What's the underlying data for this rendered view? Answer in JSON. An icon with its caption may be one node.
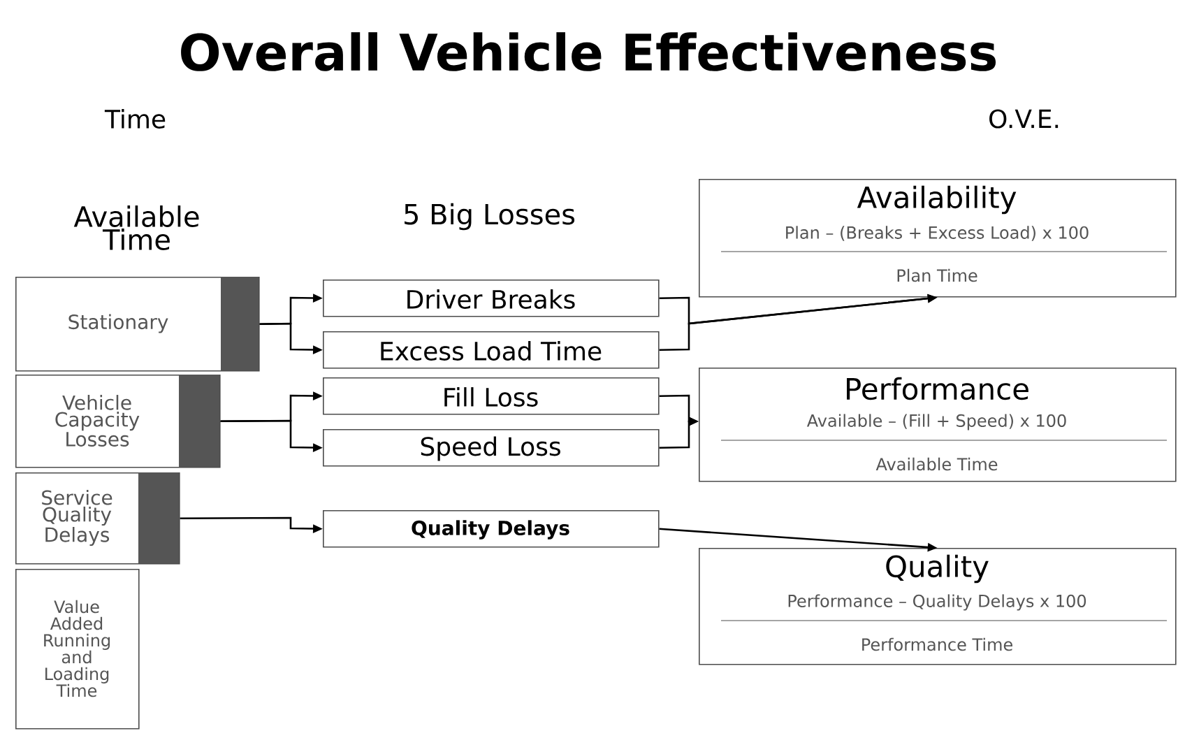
{
  "diagram": {
    "title": "Overall Vehicle Effectiveness",
    "nodes": [
      {
        "text": [
          "Stationary"
        ]
      },
      {
        "text": [
          "Vehicle Capacity Losses"
        ]
      },
      {
        "text": [
          "Service Quality Delays"
        ]
      },
      {
        "text": [
          "Value Added Running and Loading Time"
        ]
      },
      {
        "text": [
          "Driver Breaks"
        ]
      },
      {
        "text": [
          "Excess Load Time"
        ]
      },
      {
        "text": [
          "Fill Loss"
        ]
      },
      {
        "text": [
          "Speed Loss"
        ]
      },
      {
        "text": [
          "Quality Delays"
        ]
      },
      {
        "text": [
          "Availability",
          "Plan – (Breaks + Excess Load) x 100",
          "Plan Time"
        ]
      },
      {
        "text": [
          "Performance",
          "Available – (Fill + Speed) x 100",
          "Available Time"
        ]
      },
      {
        "text": [
          "Quality",
          "Performance – Quality Delays x 100",
          "Performance Time"
        ]
      }
    ],
    "edges": [
      {
        "from": 0,
        "to": 4,
        "arrow": "to"
      },
      {
        "from": 0,
        "to": 5,
        "arrow": "to"
      },
      {
        "from": 1,
        "to": 6,
        "arrow": "to"
      },
      {
        "from": 1,
        "to": 7,
        "arrow": "to"
      },
      {
        "from": 2,
        "to": 8,
        "arrow": "to"
      },
      {
        "from": 4,
        "to": 9,
        "arrow": "to"
      },
      {
        "from": 5,
        "to": 9,
        "arrow": "to"
      },
      {
        "from": 6,
        "to": 10,
        "arrow": "to"
      },
      {
        "from": 7,
        "to": 10,
        "arrow": "to"
      },
      {
        "from": 8,
        "to": 11,
        "arrow": "to"
      }
    ],
    "labels": [
      "Time",
      "O.V.E.",
      "Available Time",
      "5 Big Losses"
    ]
  }
}
